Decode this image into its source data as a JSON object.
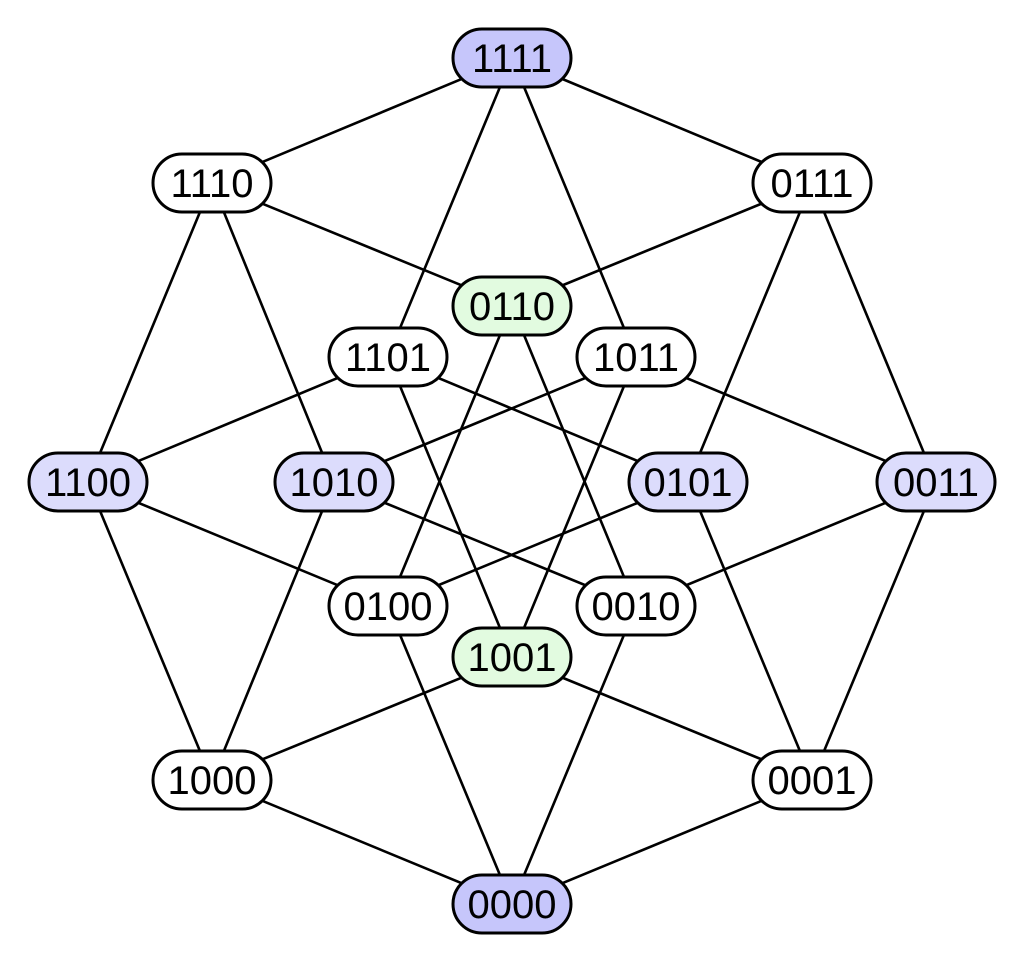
{
  "colors": {
    "level_0_4": "#c6c6fb",
    "level_2_blue": "#dcdcfc",
    "level_2_green": "#e2fbe0",
    "plain": "#ffffff"
  },
  "nodes": [
    {
      "id": "1111",
      "fill": "level_0_4"
    },
    {
      "id": "1110",
      "fill": "plain"
    },
    {
      "id": "0111",
      "fill": "plain"
    },
    {
      "id": "0110",
      "fill": "level_2_green"
    },
    {
      "id": "1101",
      "fill": "plain"
    },
    {
      "id": "1011",
      "fill": "plain"
    },
    {
      "id": "1100",
      "fill": "level_2_blue"
    },
    {
      "id": "1010",
      "fill": "level_2_blue"
    },
    {
      "id": "0101",
      "fill": "level_2_blue"
    },
    {
      "id": "0011",
      "fill": "level_2_blue"
    },
    {
      "id": "0100",
      "fill": "plain"
    },
    {
      "id": "0010",
      "fill": "plain"
    },
    {
      "id": "1001",
      "fill": "level_2_green"
    },
    {
      "id": "1000",
      "fill": "plain"
    },
    {
      "id": "0001",
      "fill": "plain"
    },
    {
      "id": "0000",
      "fill": "level_0_4"
    }
  ],
  "edges": [
    [
      "1111",
      "1110"
    ],
    [
      "1111",
      "0111"
    ],
    [
      "1111",
      "1101"
    ],
    [
      "1111",
      "1011"
    ],
    [
      "1110",
      "0110"
    ],
    [
      "1110",
      "1100"
    ],
    [
      "1110",
      "1010"
    ],
    [
      "0111",
      "0110"
    ],
    [
      "0111",
      "0101"
    ],
    [
      "0111",
      "0011"
    ],
    [
      "1101",
      "0101"
    ],
    [
      "1101",
      "1100"
    ],
    [
      "1101",
      "1001"
    ],
    [
      "1011",
      "1010"
    ],
    [
      "1011",
      "0011"
    ],
    [
      "1011",
      "1001"
    ],
    [
      "0110",
      "0100"
    ],
    [
      "0110",
      "0010"
    ],
    [
      "1100",
      "0100"
    ],
    [
      "1100",
      "1000"
    ],
    [
      "1010",
      "0010"
    ],
    [
      "1010",
      "1000"
    ],
    [
      "0101",
      "0100"
    ],
    [
      "0101",
      "0001"
    ],
    [
      "0011",
      "0010"
    ],
    [
      "0011",
      "0001"
    ],
    [
      "1001",
      "1000"
    ],
    [
      "1001",
      "0001"
    ],
    [
      "0100",
      "0000"
    ],
    [
      "0010",
      "0000"
    ],
    [
      "1000",
      "0000"
    ],
    [
      "0001",
      "0000"
    ]
  ]
}
